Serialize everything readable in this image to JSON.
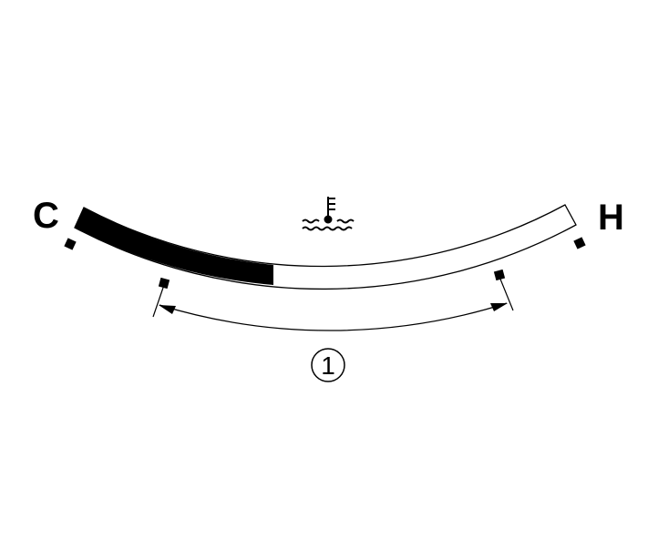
{
  "gauge": {
    "cold_label": "C",
    "hot_label": "H",
    "icon": "coolant-temperature-icon",
    "fill_level": 0.37,
    "callout_number": "1",
    "colors": {
      "ink": "#000000",
      "background": "#ffffff"
    }
  }
}
